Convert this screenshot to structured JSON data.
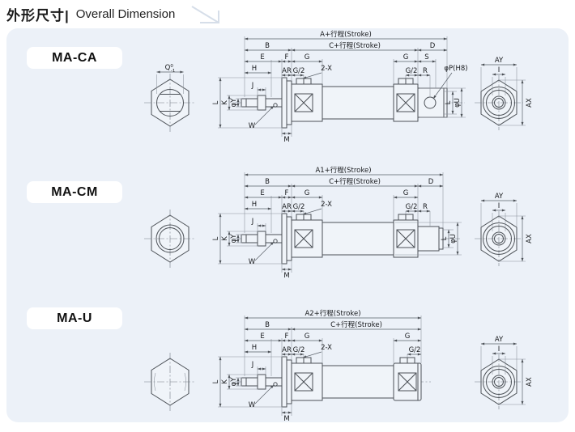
{
  "header": {
    "title_zh": "外形尺寸|",
    "title_en": "Overall Dimension"
  },
  "colors": {
    "panel_bg": "#ecf1f8",
    "line": "#4c5157",
    "badge_bg": "#ffffff"
  },
  "sections": [
    {
      "model": "MA-CA",
      "front_view": {
        "q": "Q",
        "q_tol_upper": "0",
        "q_tol_lower": "-1"
      },
      "dims": {
        "a": "A+行程(Stroke)",
        "b": "B",
        "c": "C+行程(Stroke)",
        "d": "D",
        "e": "E",
        "f": "F",
        "g_front": "G",
        "g_rear": "G",
        "s": "S",
        "h": "H",
        "ar": "AR",
        "g2_front": "G/2",
        "x2": "2-X",
        "g2_rear": "G/2",
        "r": "R",
        "p": "φP(H8)",
        "j": "J",
        "k": "K",
        "y": "φY",
        "l_left": "L",
        "w": "W",
        "m": "M",
        "l_right": "L",
        "u": "φU"
      },
      "side_view": {
        "ay": "AY",
        "i": "I",
        "ax": "AX"
      }
    },
    {
      "model": "MA-CM",
      "dims": {
        "a": "A1+行程(Stroke)",
        "b": "B",
        "c": "C+行程(Stroke)",
        "d": "D",
        "e": "E",
        "f": "F",
        "g_front": "G",
        "g_rear": "G",
        "h": "H",
        "ar": "AR",
        "g2_front": "G/2",
        "x2": "2-X",
        "g2_rear": "G/2",
        "r": "R",
        "j": "J",
        "k": "K",
        "y": "φY",
        "l_left": "L",
        "w": "W",
        "m": "M",
        "l_right": "L",
        "u": "φU"
      },
      "side_view": {
        "ay": "AY",
        "i": "I",
        "ax": "AX"
      }
    },
    {
      "model": "MA-U",
      "dims": {
        "a": "A2+行程(Stroke)",
        "b": "B",
        "c": "C+行程(Stroke)",
        "e": "E",
        "f": "F",
        "g_front": "G",
        "g_rear": "G",
        "h": "H",
        "ar": "AR",
        "g2_front": "G/2",
        "x2": "2-X",
        "g2_rear": "G/2",
        "j": "J",
        "k": "K",
        "y": "φY",
        "l_left": "L",
        "w": "W",
        "m": "M"
      },
      "side_view": {
        "ay": "AY",
        "i": "I",
        "ax": "AX"
      }
    }
  ]
}
